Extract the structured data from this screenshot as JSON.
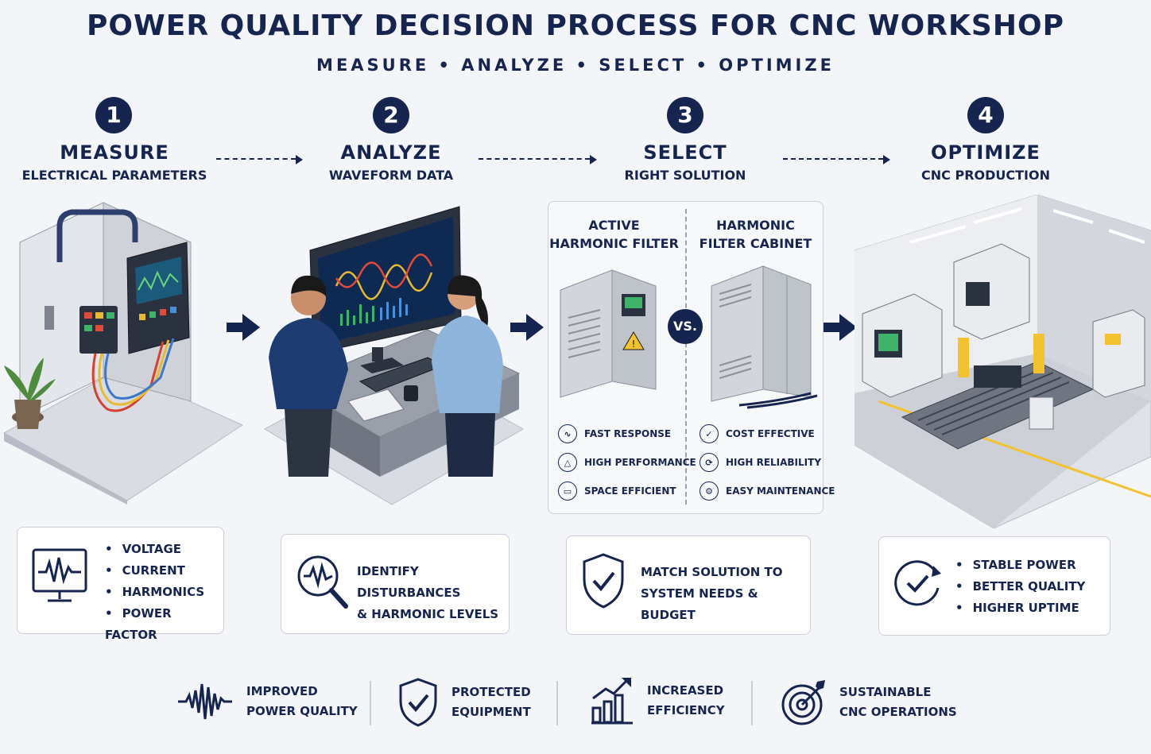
{
  "header": {
    "title": "POWER QUALITY DECISION PROCESS FOR CNC WORKSHOP",
    "subtitle": "MEASURE • ANALYZE • SELECT • OPTIMIZE"
  },
  "steps": [
    {
      "number": "1",
      "title": "MEASURE",
      "subtitle": "ELECTRICAL PARAMETERS"
    },
    {
      "number": "2",
      "title": "ANALYZE",
      "subtitle": "WAVEFORM DATA"
    },
    {
      "number": "3",
      "title": "SELECT",
      "subtitle": "RIGHT SOLUTION"
    },
    {
      "number": "4",
      "title": "OPTIMIZE",
      "subtitle": "CNC PRODUCTION"
    }
  ],
  "comparison": {
    "left": {
      "title_line1": "ACTIVE",
      "title_line2": "HARMONIC FILTER",
      "features": [
        "FAST RESPONSE",
        "HIGH PERFORMANCE",
        "SPACE EFFICIENT"
      ]
    },
    "vs_label": "VS.",
    "right": {
      "title_line1": "HARMONIC",
      "title_line2": "FILTER CABINET",
      "features": [
        "COST EFFECTIVE",
        "HIGH RELIABILITY",
        "EASY MAINTENANCE"
      ]
    }
  },
  "info_boxes": {
    "measure": {
      "items": [
        "VOLTAGE",
        "CURRENT",
        "HARMONICS",
        "POWER FACTOR"
      ],
      "icon": "monitor-waveform-icon"
    },
    "analyze": {
      "line1": "IDENTIFY DISTURBANCES",
      "line2": "& HARMONIC LEVELS",
      "icon": "magnifier-waveform-icon"
    },
    "select": {
      "line1": "MATCH SOLUTION TO",
      "line2": "SYSTEM NEEDS & BUDGET",
      "icon": "shield-check-icon"
    },
    "optimize": {
      "items": [
        "STABLE POWER",
        "BETTER QUALITY",
        "HIGHER UPTIME"
      ],
      "icon": "circular-check-icon"
    }
  },
  "outcomes": [
    {
      "line1": "IMPROVED",
      "line2": "POWER QUALITY",
      "icon": "waveform-icon"
    },
    {
      "line1": "PROTECTED",
      "line2": "EQUIPMENT",
      "icon": "shield-check-icon"
    },
    {
      "line1": "INCREASED",
      "line2": "EFFICIENCY",
      "icon": "growth-chart-icon"
    },
    {
      "line1": "SUSTAINABLE",
      "line2": "CNC OPERATIONS",
      "icon": "target-icon"
    }
  ],
  "colors": {
    "navy": "#16254f",
    "background": "#f3f5f8",
    "accent_yellow": "#f2c230"
  }
}
